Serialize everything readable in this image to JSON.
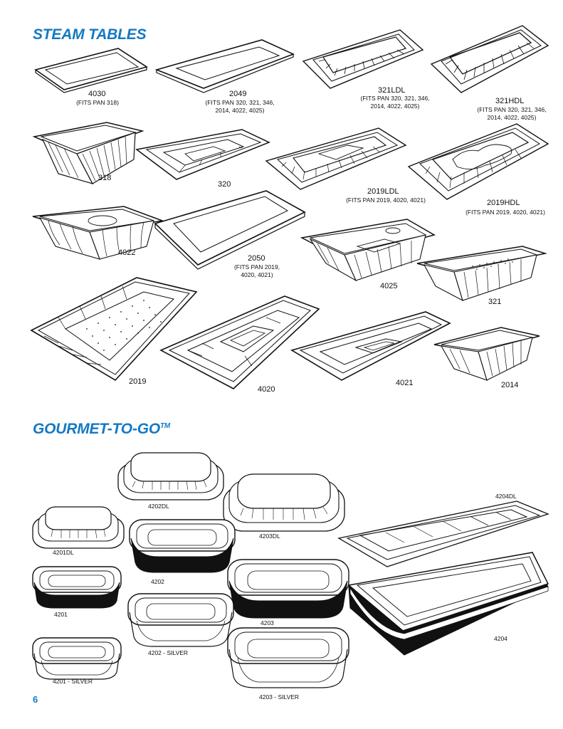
{
  "sections": {
    "steam_tables": "STEAM TABLES",
    "gourmet": "GOURMET-TO-GO",
    "gourmet_tm": "TM"
  },
  "steam": [
    {
      "code": "4030",
      "note": "(FITS PAN 318)"
    },
    {
      "code": "2049",
      "note": "(FITS PAN 320, 321, 346, 2014, 4022, 4025)"
    },
    {
      "code": "321LDL",
      "note": "(FITS PAN 320, 321, 346, 2014, 4022, 4025)"
    },
    {
      "code": "321HDL",
      "note": "(FITS PAN 320, 321, 346, 2014, 4022, 4025)"
    },
    {
      "code": "318",
      "note": ""
    },
    {
      "code": "320",
      "note": ""
    },
    {
      "code": "2019LDL",
      "note": "(FITS PAN 2019, 4020, 4021)"
    },
    {
      "code": "2019HDL",
      "note": "(FITS PAN 2019, 4020, 4021)"
    },
    {
      "code": "4022",
      "note": ""
    },
    {
      "code": "2050",
      "note": "(FITS PAN 2019, 4020, 4021)"
    },
    {
      "code": "4025",
      "note": ""
    },
    {
      "code": "321",
      "note": ""
    },
    {
      "code": "2019",
      "note": ""
    },
    {
      "code": "4020",
      "note": ""
    },
    {
      "code": "4021",
      "note": ""
    },
    {
      "code": "2014",
      "note": ""
    }
  ],
  "gourmet_items": [
    {
      "code": "4202DL"
    },
    {
      "code": "4204DL"
    },
    {
      "code": "4201DL"
    },
    {
      "code": "4203DL"
    },
    {
      "code": "4202"
    },
    {
      "code": "4201"
    },
    {
      "code": "4203"
    },
    {
      "code": "4204"
    },
    {
      "code": "4202 - SILVER"
    },
    {
      "code": "4201 - SILVER"
    },
    {
      "code": "4203 - SILVER"
    }
  ],
  "page_number": "6"
}
